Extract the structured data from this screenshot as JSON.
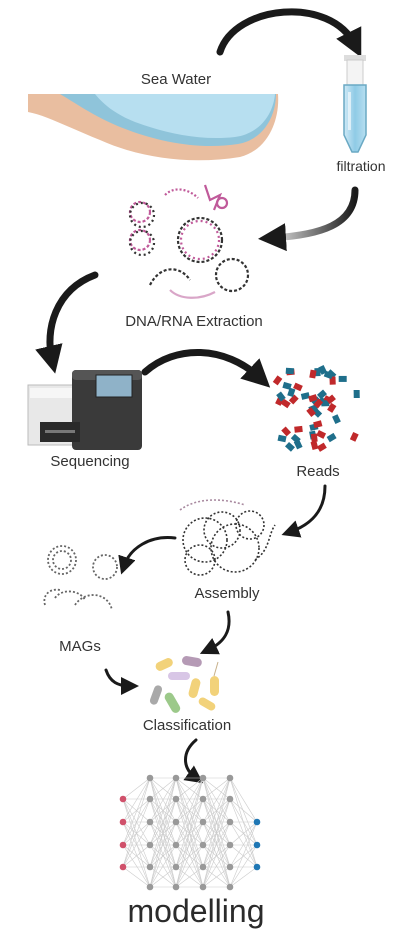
{
  "labels": {
    "sea_water": "Sea Water",
    "filtration": "filtration",
    "extraction": "DNA/RNA Extraction",
    "sequencing": "Sequencing",
    "reads": "Reads",
    "assembly": "Assembly",
    "mags": "MAGs",
    "classification": "Classification",
    "modelling": "modelling"
  },
  "colors": {
    "arrow": "#1a1a1a",
    "water": "#a9d6ea",
    "sand": "#e9bea0",
    "read_red": "#c0292b",
    "read_blue": "#1f6f8b",
    "node_input": "#d0516b",
    "node_hidden": "#999999",
    "node_output": "#1f77b4"
  },
  "icons": [
    "sea-water-icon",
    "filtration-tube-icon",
    "dna-extraction-icon",
    "sequencer-icon",
    "reads-icon",
    "assembly-icon",
    "mags-icon",
    "classification-icon",
    "neural-network-icon"
  ]
}
